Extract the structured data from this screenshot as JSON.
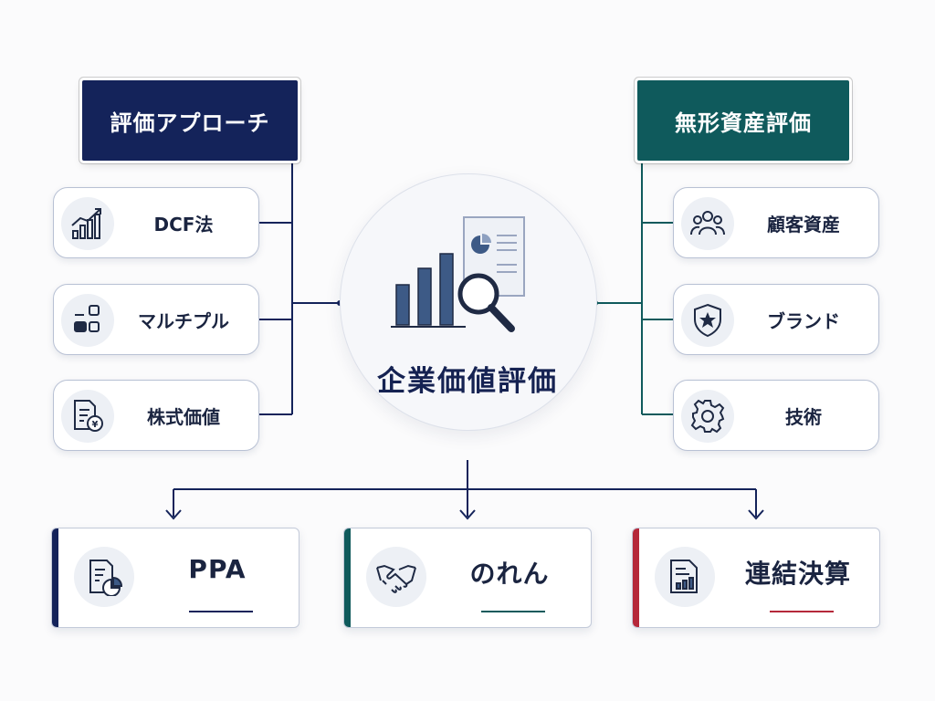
{
  "left_header": {
    "label": "評価アプローチ",
    "color": "#14235a"
  },
  "right_header": {
    "label": "無形資産評価",
    "color": "#0f5a5c"
  },
  "center": {
    "label": "企業価値評価",
    "icon": "bar-chart-magnifier-icon"
  },
  "left_items": [
    {
      "label": "DCF法",
      "icon": "growth-chart-icon"
    },
    {
      "label": "マルチプル",
      "icon": "grid-blocks-icon"
    },
    {
      "label": "株式価値",
      "icon": "yen-certificate-icon"
    }
  ],
  "right_items": [
    {
      "label": "顧客資産",
      "icon": "people-group-icon"
    },
    {
      "label": "ブランド",
      "icon": "star-shield-icon"
    },
    {
      "label": "技術",
      "icon": "gear-icon"
    }
  ],
  "bottom_items": [
    {
      "label": "PPA",
      "icon": "document-pie-icon",
      "accent": "#14235a"
    },
    {
      "label": "のれん",
      "icon": "handshake-icon",
      "accent": "#0f5a5c"
    },
    {
      "label": "連結決算",
      "icon": "report-chart-icon",
      "accent": "#b5283a"
    }
  ],
  "colors": {
    "line_left": "#14235a",
    "line_right": "#0f5a5c",
    "background": "#fbfbfc"
  }
}
